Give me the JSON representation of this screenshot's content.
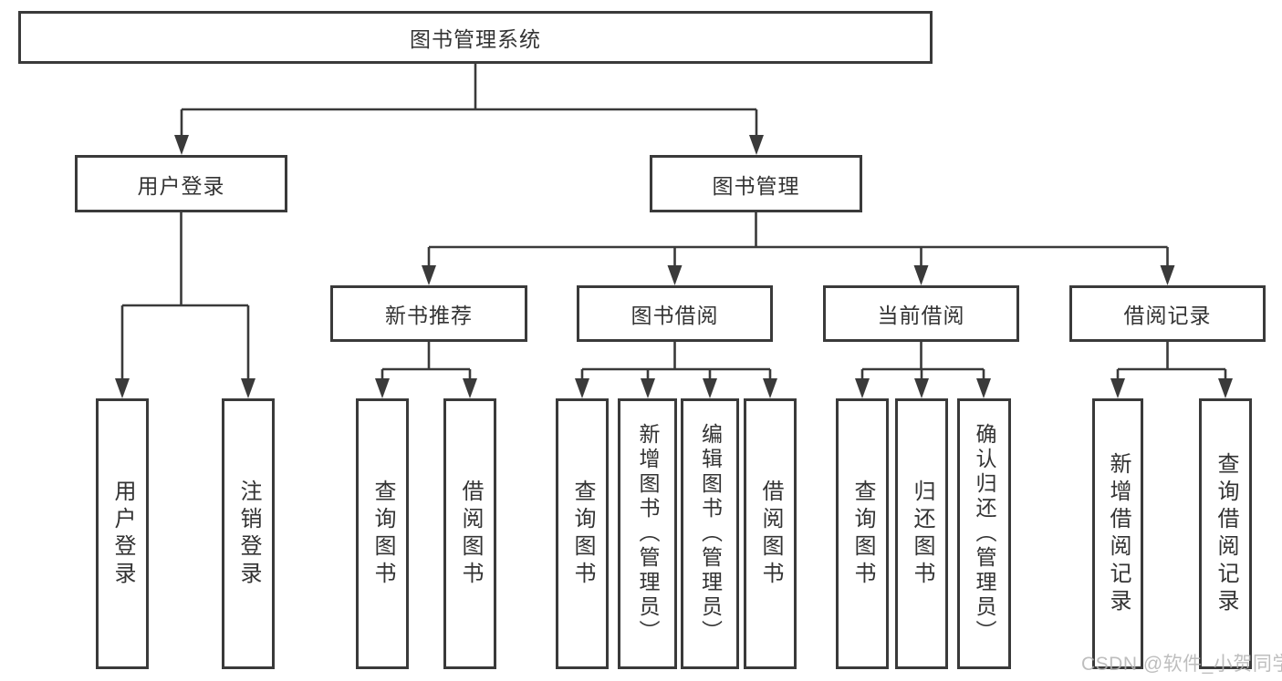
{
  "diagram": {
    "title": "图书管理系统",
    "root": {
      "label": "图书管理系统"
    },
    "level1": [
      {
        "label": "用户登录"
      },
      {
        "label": "图书管理"
      }
    ],
    "level2": [
      {
        "label": "新书推荐"
      },
      {
        "label": "图书借阅"
      },
      {
        "label": "当前借阅"
      },
      {
        "label": "借阅记录"
      }
    ],
    "leaves": {
      "user_login": [
        "用户登录",
        "注销登录"
      ],
      "new_books": [
        "查询图书",
        "借阅图书"
      ],
      "book_borrow": [
        "查询图书",
        "新增图书（管理员）",
        "编辑图书（管理员）",
        "借阅图书"
      ],
      "current_borrow": [
        "查询图书",
        "归还图书",
        "确认归还（管理员）"
      ],
      "borrow_records": [
        "新增借阅记录",
        "查询借阅记录"
      ]
    }
  },
  "watermark": "CSDN @软件_小贺同学",
  "colors": {
    "line": "#3a3a3a",
    "text": "#333333",
    "box_bg": "#ffffff",
    "watermark": "#b3b3b3"
  }
}
